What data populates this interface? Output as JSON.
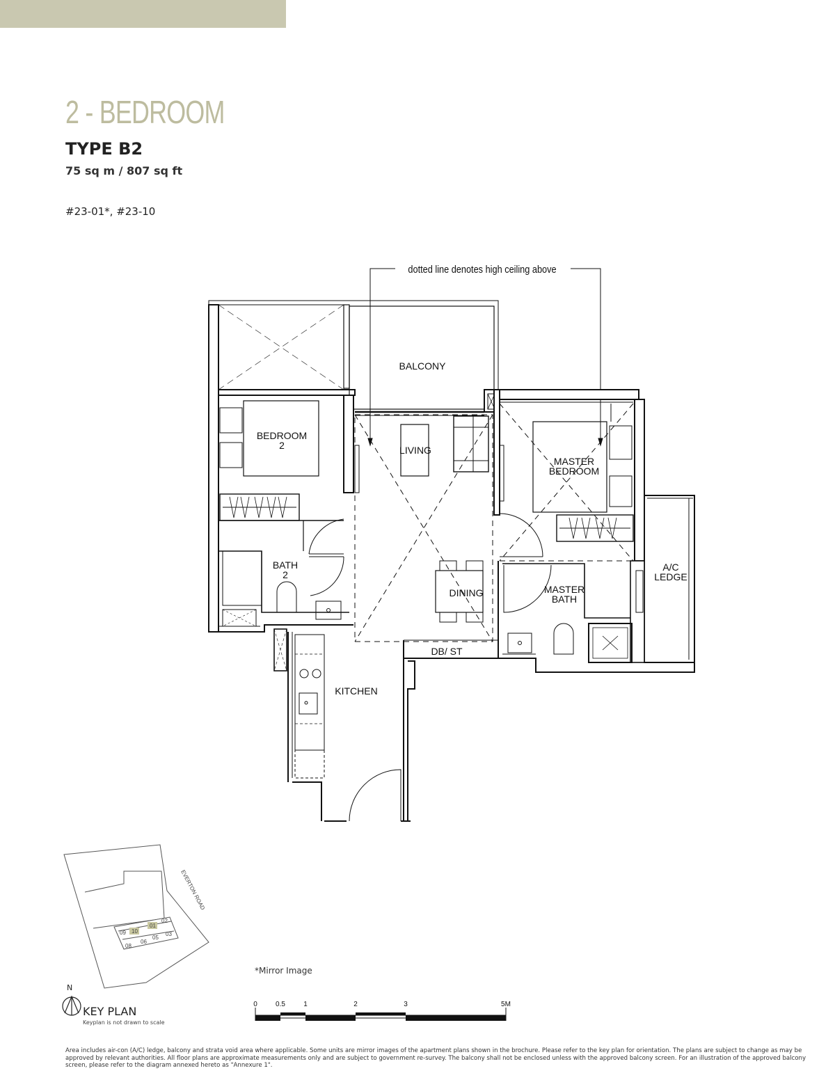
{
  "header": {
    "category": "2 - BEDROOM",
    "type_name": "TYPE B2",
    "area": "75 sq m / 807 sq ft",
    "units": "#23-01*, #23-10"
  },
  "plan": {
    "ceiling_note": "dotted line denotes high ceiling above",
    "rooms": {
      "balcony": "BALCONY",
      "bedroom2_line1": "BEDROOM",
      "bedroom2_line2": "2",
      "living": "LIVING",
      "master_bedroom_line1": "MASTER",
      "master_bedroom_line2": "BEDROOM",
      "bath2_line1": "BATH",
      "bath2_line2": "2",
      "dining": "DINING",
      "master_bath_line1": "MASTER",
      "master_bath_line2": "BATH",
      "ac_ledge_line1": "A/C",
      "ac_ledge_line2": "LEDGE",
      "dbst": "DB/ ST",
      "kitchen": "KITCHEN"
    }
  },
  "keyplan": {
    "north": "N",
    "title": "KEY PLAN",
    "subtitle": "Keyplan is not drawn to scale",
    "road": "EVERTON ROAD",
    "stacks": [
      "09",
      "10",
      "01",
      "02",
      "08",
      "06",
      "05",
      "03"
    ]
  },
  "mirror_note": "*Mirror Image",
  "scale": {
    "ticks": [
      "0",
      "0.5",
      "1",
      "2",
      "3",
      "5M"
    ]
  },
  "disclaimer": "Area includes air-con (A/C) ledge, balcony and strata void area where applicable. Some units are mirror images of the apartment plans shown in the brochure. Please refer to the key plan for orientation. The plans are subject to change as may be approved by relevant authorities. All floor plans are approximate measurements only and are subject to government re-survey. The balcony shall not be enclosed unless with the approved balcony screen. For an illustration of the approved balcony screen, please refer to the diagram annexed hereto as \"Annexure 1\".",
  "colors": {
    "accent": "#c9c8b0",
    "title": "#bdbc9f",
    "highlight_stack": "#c9c8a0",
    "line": "#111111"
  }
}
